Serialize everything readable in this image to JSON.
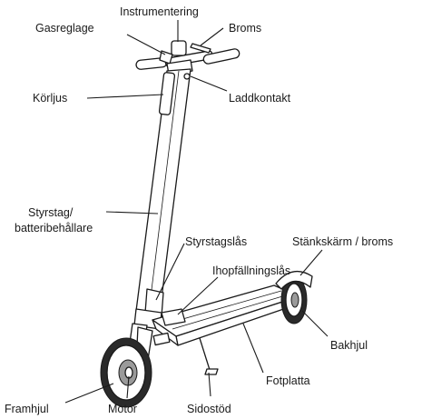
{
  "labels": {
    "throttle": "Gasreglage",
    "instruments": "Instrumentering",
    "brake": "Broms",
    "headlight": "Körljus",
    "charge_port": "Laddkontakt",
    "stem_line1": "Styrstag/",
    "stem_line2": "batteribehållare",
    "stem_lock": "Styrstagslås",
    "fender_brake": "Stänkskärm / broms",
    "fold_lock": "Ihopfällningslås",
    "rear_wheel": "Bakhjul",
    "footplate": "Fotplatta",
    "front_wheel": "Framhjul",
    "motor": "Motor",
    "kickstand": "Sidostöd"
  }
}
